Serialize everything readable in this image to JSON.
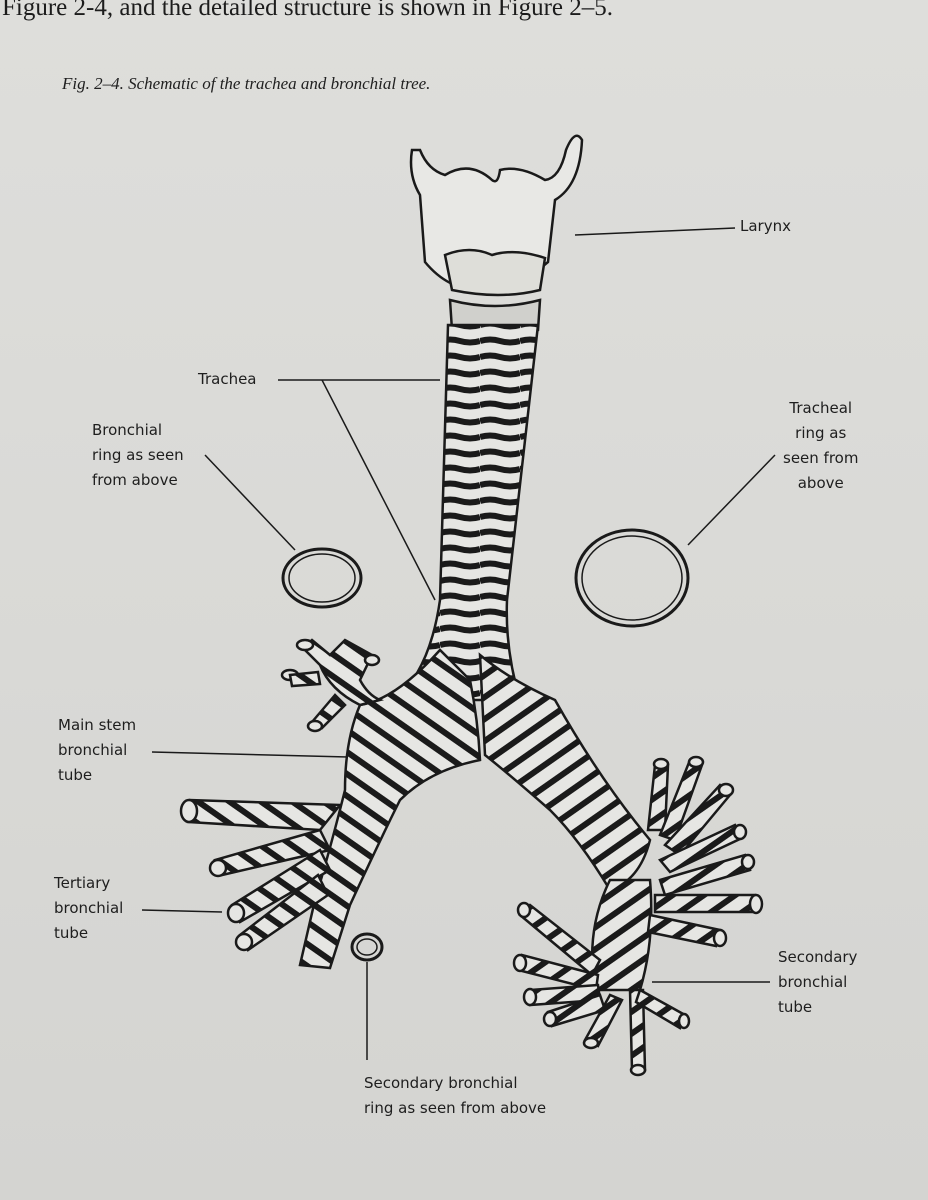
{
  "page": {
    "header_text": "Figure 2-4, and the detailed structure is shown in Figure 2–5.",
    "caption": "Fig. 2–4. Schematic of the trachea and bronchial tree."
  },
  "labels": {
    "larynx": "Larynx",
    "trachea": "Trachea",
    "bronchial_ring": "Bronchial\nring as seen\nfrom above",
    "tracheal_ring": "Tracheal\nring as\nseen from\nabove",
    "main_stem_bronchial_tube": "Main stem\nbronchial\ntube",
    "tertiary_bronchial_tube": "Tertiary\nbronchial\ntube",
    "secondary_bronchial_tube": "Secondary\nbronchial\ntube",
    "secondary_bronchial_ring": "Secondary bronchial\nring as seen from above"
  },
  "colors": {
    "paper": "#dcdcd9",
    "ink": "#1a1a1a"
  }
}
